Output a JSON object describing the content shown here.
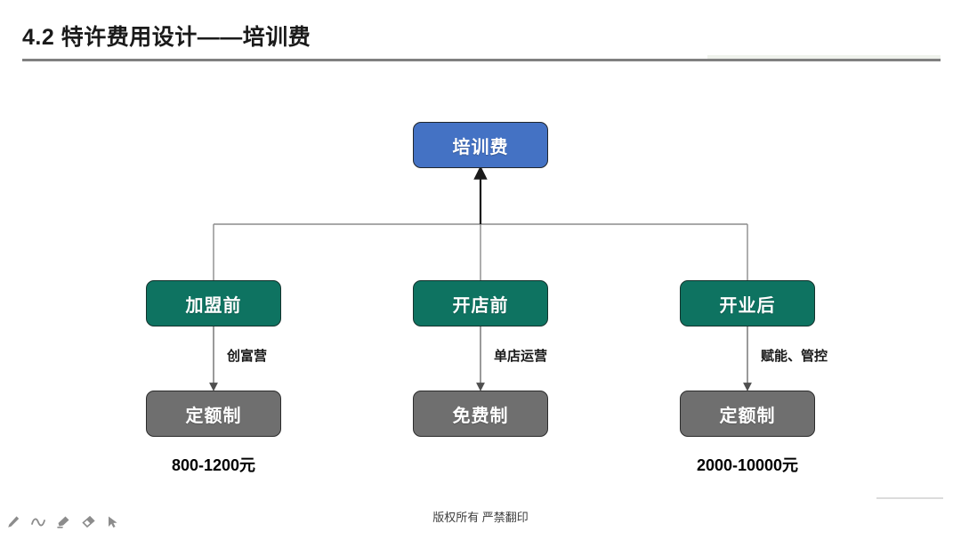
{
  "slide": {
    "title": "4.2  特许费用设计——培训费",
    "footer_copyright": "版权所有 严禁翻印"
  },
  "diagram": {
    "root": {
      "label": "培训费",
      "color": "#4472c4"
    },
    "stage_color": "#0e7361",
    "fee_color": "#6f6f6f",
    "branches": [
      {
        "stage": "加盟前",
        "edge_label": "创富营",
        "fee": "定额制",
        "amount": "800-1200元"
      },
      {
        "stage": "开店前",
        "edge_label": "单店运营",
        "fee": "免费制",
        "amount": ""
      },
      {
        "stage": "开业后",
        "edge_label": "赋能、管控",
        "fee": "定额制",
        "amount": "2000-10000元"
      }
    ]
  },
  "ink_toolbar": {
    "tools": [
      {
        "name": "pen-icon",
        "title": "笔"
      },
      {
        "name": "ink-squiggle-icon",
        "title": "墨迹"
      },
      {
        "name": "highlighter-icon",
        "title": "荧光笔"
      },
      {
        "name": "eraser-icon",
        "title": "橡皮擦"
      },
      {
        "name": "pointer-icon",
        "title": "指针"
      }
    ]
  }
}
